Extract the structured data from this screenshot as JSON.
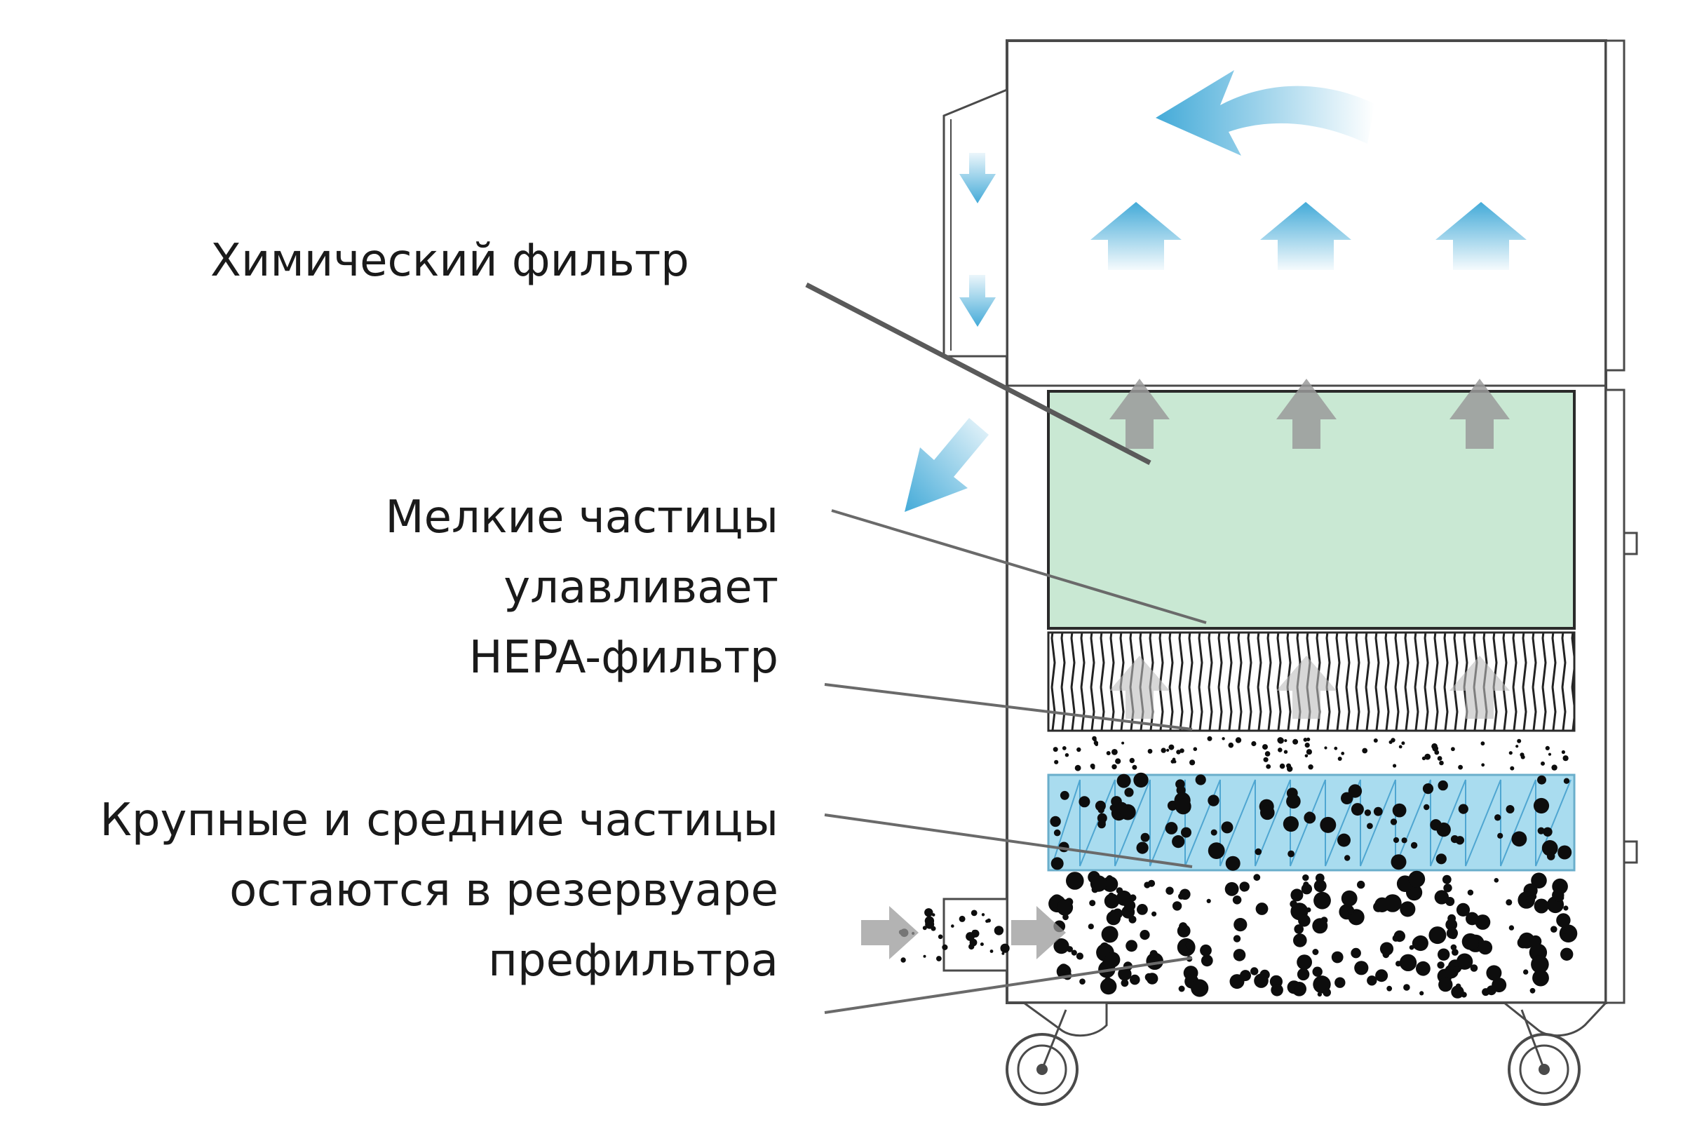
{
  "labels": {
    "chemical_filter": "Химический фильтр",
    "hepa": {
      "line1": "Мелкие частицы",
      "line2": "улавливает",
      "line3": "HEPA-фильтр"
    },
    "prefilter": {
      "line1": "Крупные и средние частицы",
      "line2": "остаются в резервуаре",
      "line3": "префильтра"
    }
  },
  "colors": {
    "outline": "#4a4a4a",
    "chemical_filter_fill": "#c9e8d3",
    "prefilter_fill": "#a9dcef",
    "airflow_blue": "#3aa6d6",
    "airflow_grey": "#9a9a9a",
    "particles": "#0d0d0d",
    "leader_lines": "#6a6a6a"
  },
  "icons": [
    "airflow-arrow-icon",
    "caster-wheel-icon",
    "particle-dot-icon"
  ]
}
